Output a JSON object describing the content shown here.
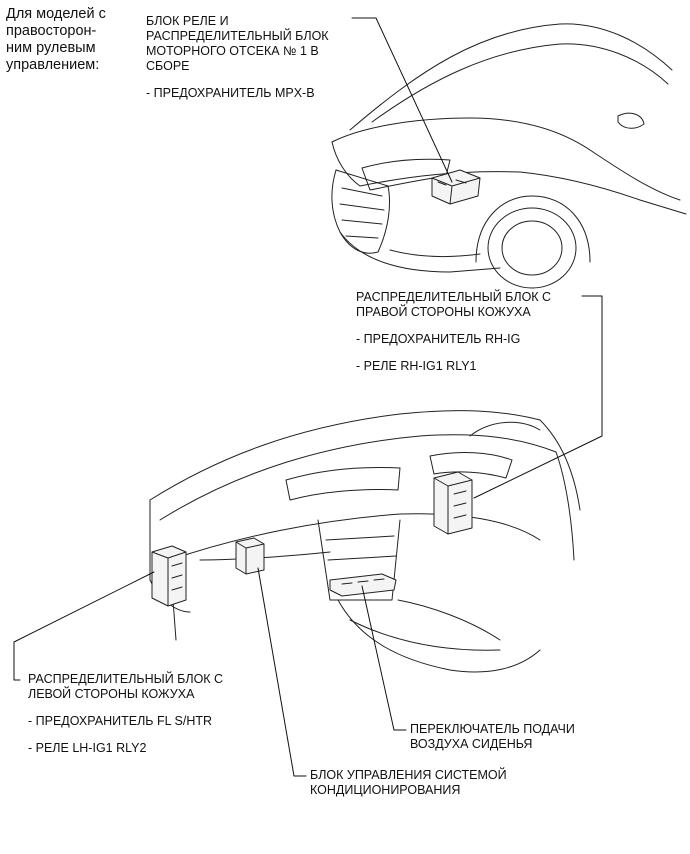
{
  "intro": {
    "lines": [
      "Для моделей с",
      "правосторон-",
      "ним рулевым",
      "управлением:"
    ]
  },
  "engine_block": {
    "lines": [
      "БЛОК РЕЛЕ И",
      "РАСПРЕДЕЛИТЕЛЬНЫЙ БЛОК",
      "МОТОРНОГО ОТСЕКА № 1 В",
      "СБОРЕ"
    ],
    "item": "- ПРЕДОХРАНИТЕЛЬ MPX-B"
  },
  "right_block": {
    "lines": [
      "РАСПРЕДЕЛИТЕЛЬНЫЙ БЛОК С",
      "ПРАВОЙ СТОРОНЫ КОЖУХА"
    ],
    "item1": "- ПРЕДОХРАНИТЕЛЬ RH-IG",
    "item2": "- РЕЛЕ RH-IG1 RLY1"
  },
  "left_block": {
    "lines": [
      "РАСПРЕДЕЛИТЕЛЬНЫЙ БЛОК С",
      "ЛЕВОЙ СТОРОНЫ КОЖУХА"
    ],
    "item1": "- ПРЕДОХРАНИТЕЛЬ FL S/HTR",
    "item2": "- РЕЛЕ LH-IG1 RLY2"
  },
  "seat_switch": {
    "lines": [
      "ПЕРЕКЛЮЧАТЕЛЬ ПОДАЧИ",
      "ВОЗДУХА СИДЕНЬЯ"
    ]
  },
  "ac_unit": {
    "lines": [
      "БЛОК УПРАВЛЕНИЯ СИСТЕМОЙ",
      "КОНДИЦИОНИРОВАНИЯ"
    ]
  }
}
